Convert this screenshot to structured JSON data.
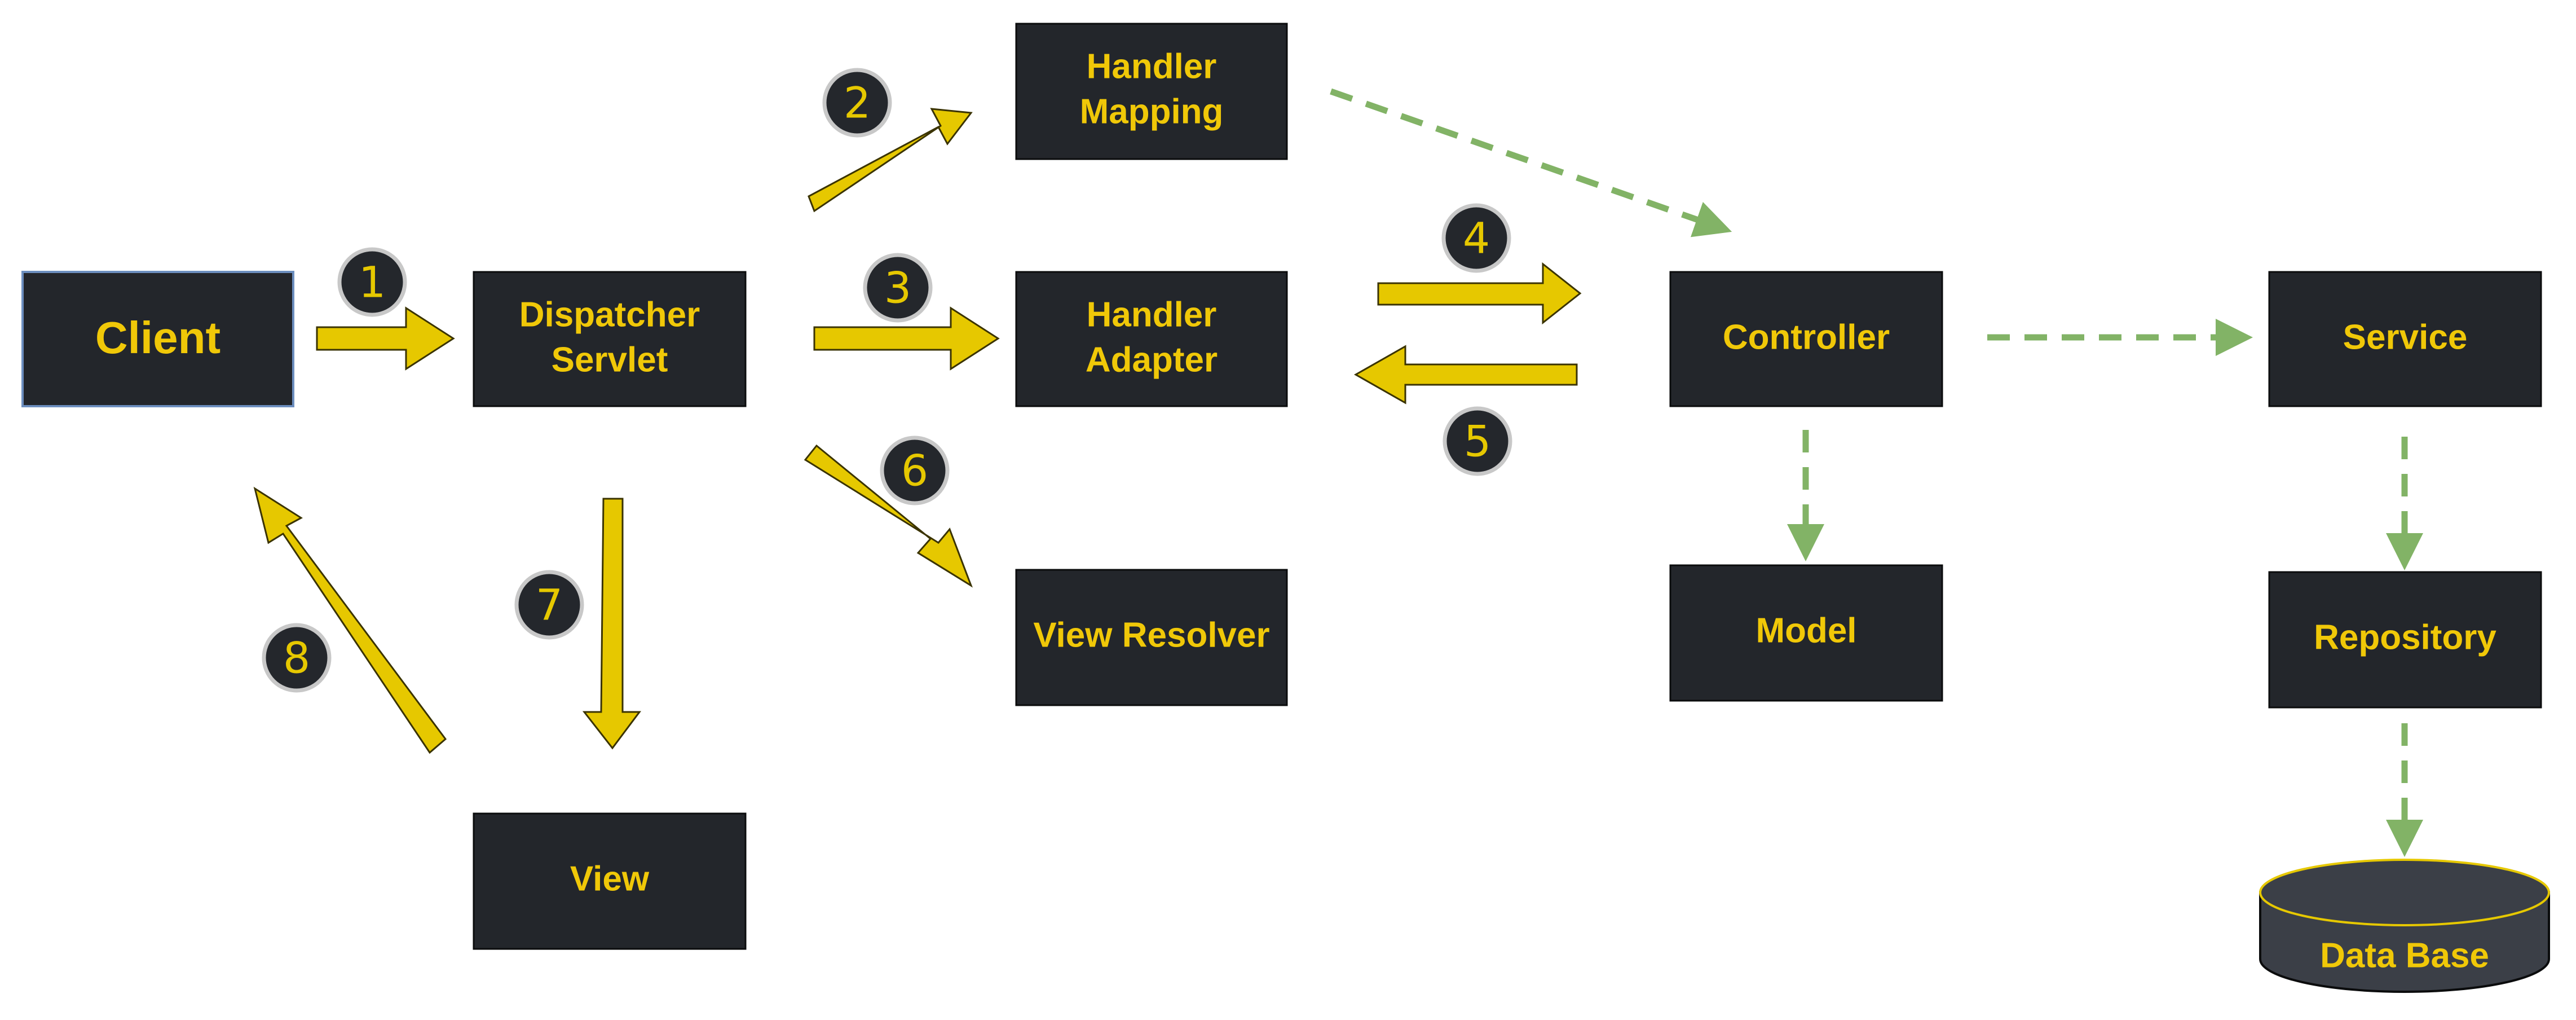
{
  "diagram": {
    "nodes": {
      "client": "Client",
      "dispatcher_servlet": {
        "line1": "Dispatcher",
        "line2": "Servlet"
      },
      "handler_mapping": {
        "line1": "Handler",
        "line2": "Mapping"
      },
      "handler_adapter": {
        "line1": "Handler",
        "line2": "Adapter"
      },
      "view_resolver": "View Resolver",
      "view": "View",
      "controller": "Controller",
      "model": "Model",
      "service": "Service",
      "repository": "Repository",
      "data_base": "Data Base"
    },
    "steps": [
      "1",
      "2",
      "3",
      "4",
      "5",
      "6",
      "7",
      "8"
    ],
    "colors": {
      "box_fill": "#23262b",
      "text": "#f0c808",
      "arrow": "#e6c800",
      "dashed": "#82b366",
      "client_border": "#6c8ebf"
    }
  }
}
